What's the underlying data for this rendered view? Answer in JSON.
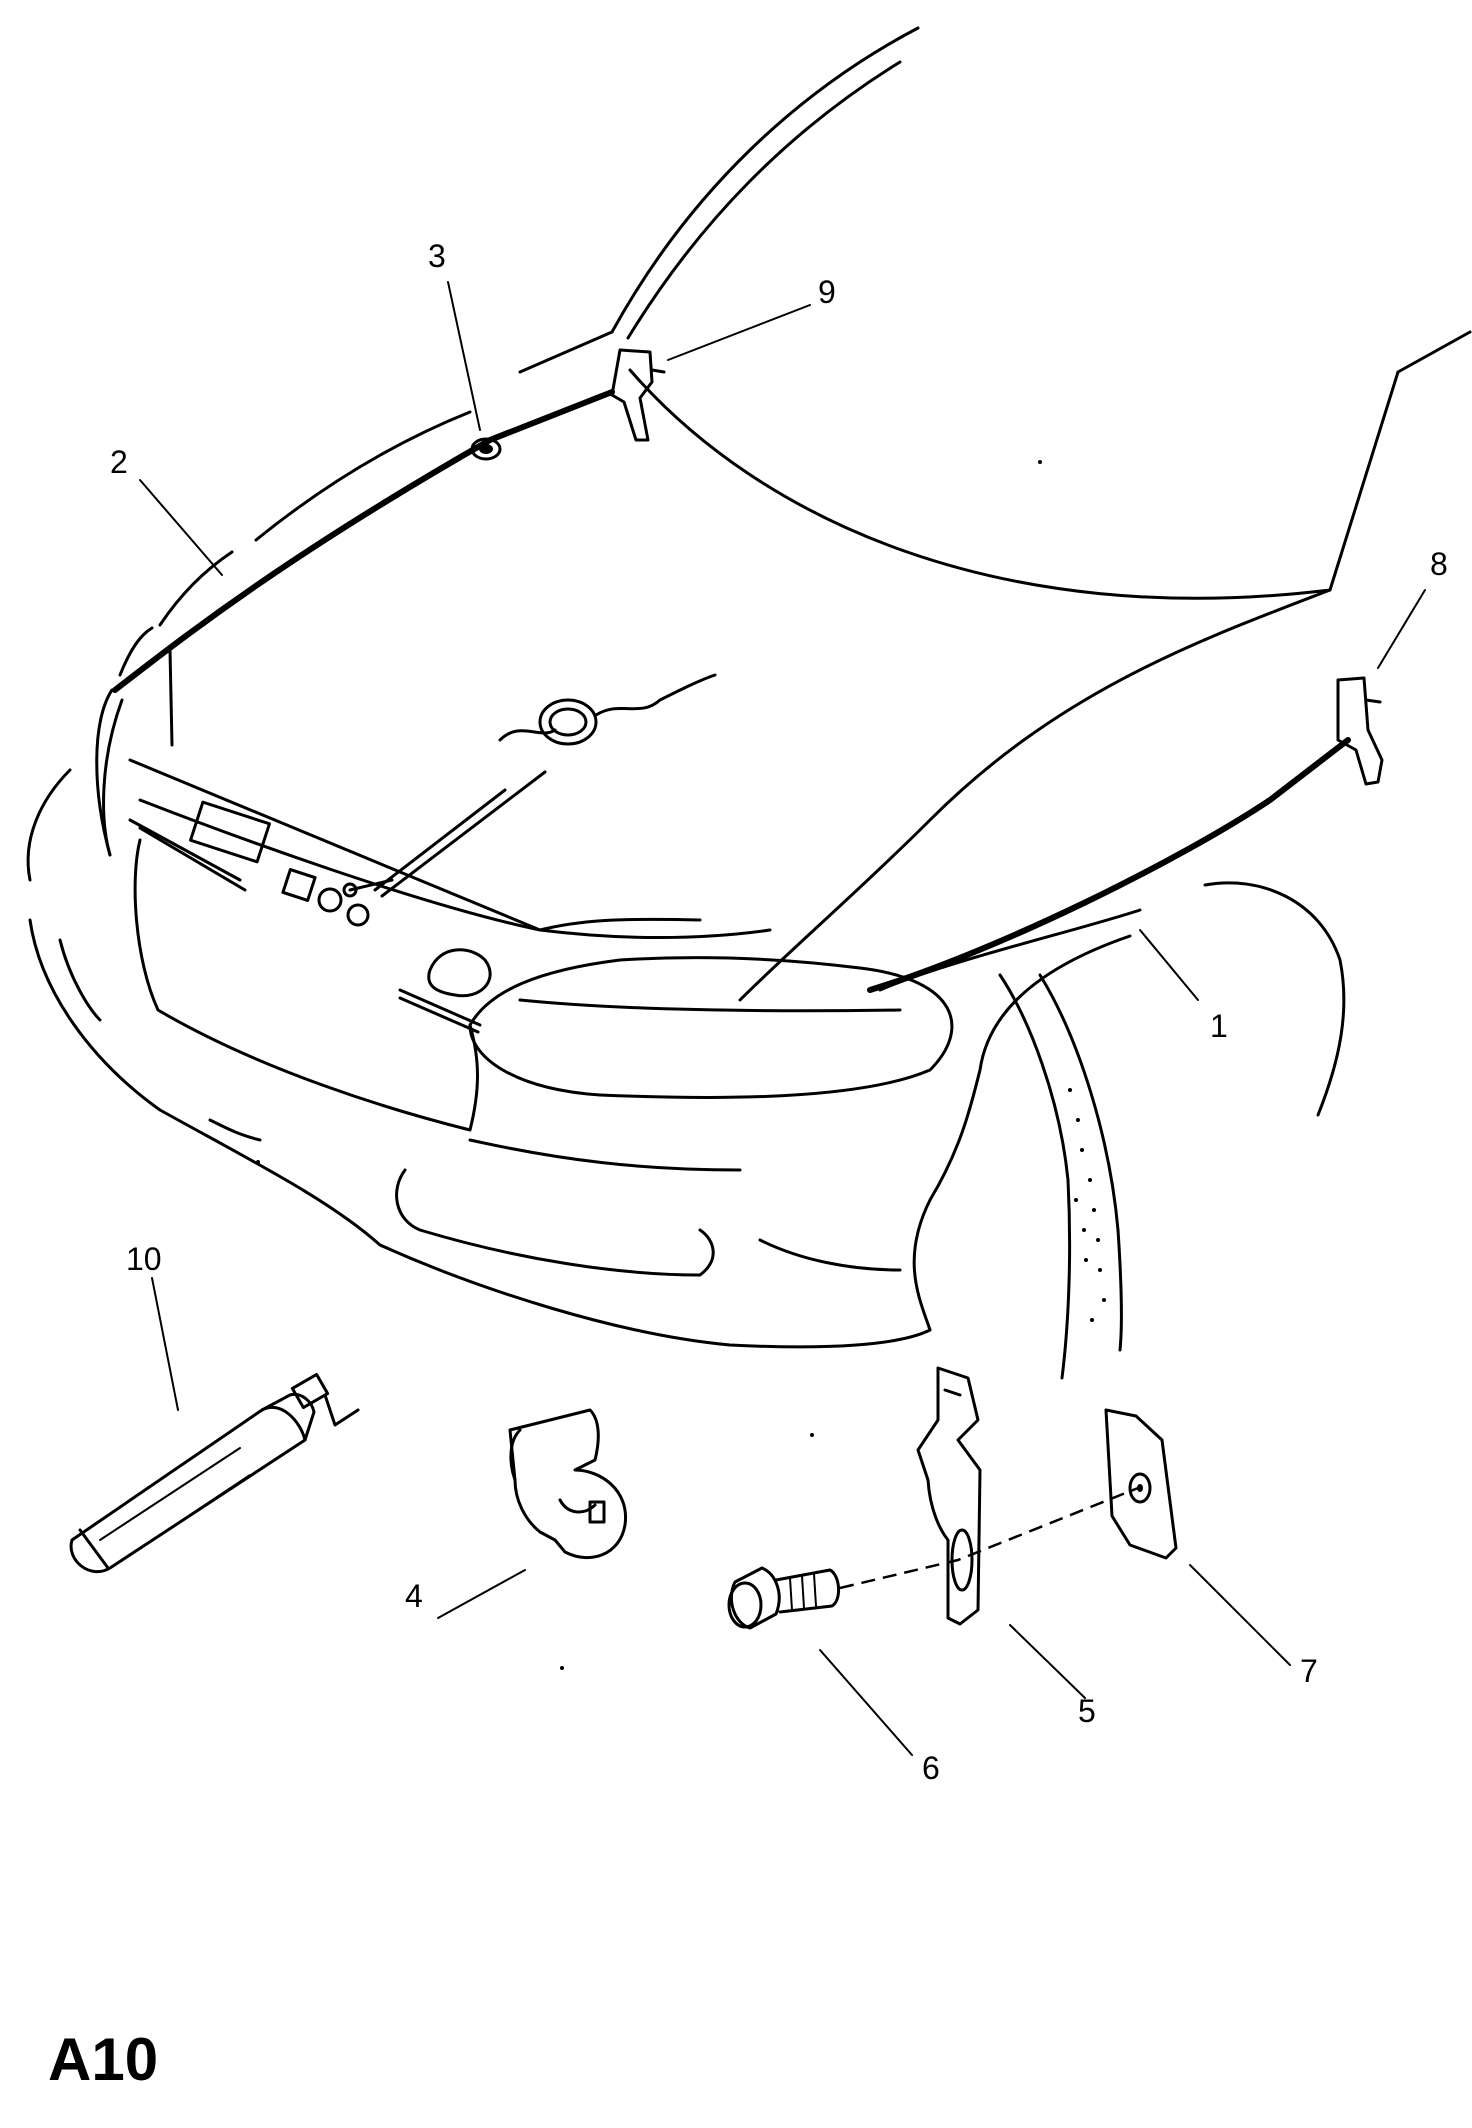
{
  "diagram_code": "A10",
  "callouts": [
    {
      "id": "c1",
      "number": "1"
    },
    {
      "id": "c2",
      "number": "2"
    },
    {
      "id": "c3",
      "number": "3"
    },
    {
      "id": "c4",
      "number": "4"
    },
    {
      "id": "c5",
      "number": "5"
    },
    {
      "id": "c6",
      "number": "6"
    },
    {
      "id": "c7",
      "number": "7"
    },
    {
      "id": "c8",
      "number": "8"
    },
    {
      "id": "c9",
      "number": "9"
    },
    {
      "id": "c10",
      "number": "10"
    }
  ]
}
